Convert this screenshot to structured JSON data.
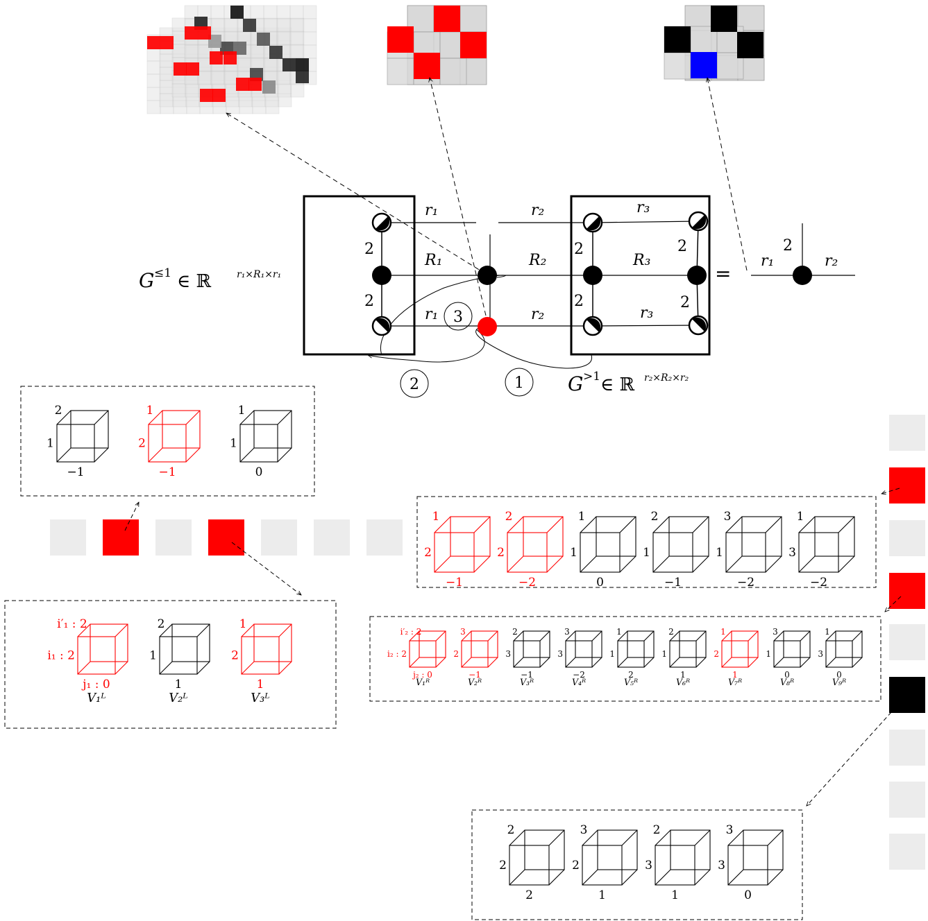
{
  "colors": {
    "red": "#ff0000",
    "blue": "#0000ff",
    "black": "#000000",
    "gray": "#d9d9d9",
    "lightgray": "#ececec"
  },
  "network": {
    "left_label_main": "G",
    "left_label_sup": "≤1",
    "left_label_rest": " ∈ ℝ",
    "left_label_exp": "r₁×R₁×r₁",
    "right_label_main": "G",
    "right_label_sup": ">1",
    "right_label_rest": " ∈ ℝ",
    "right_label_exp": "r₂×R₂×r₂",
    "r1": "r₁",
    "r2": "r₂",
    "r3": "r₃",
    "R1": "R₁",
    "R2": "R₂",
    "R3": "R₃",
    "two": "2",
    "equals": "=",
    "step1": "1",
    "step2": "2",
    "step3": "3"
  },
  "strip_bottom": {
    "cells": [
      "gray",
      "red",
      "gray",
      "red",
      "gray",
      "gray",
      "gray"
    ]
  },
  "strip_right": {
    "cells": [
      "gray",
      "red",
      "gray",
      "red",
      "gray",
      "black",
      "gray",
      "gray",
      "gray"
    ]
  },
  "box_top_left": {
    "cubes": [
      {
        "top": "2",
        "left": "1",
        "bottom": "−1",
        "color": "black"
      },
      {
        "top": "1",
        "left": "2",
        "bottom": "−1",
        "color": "red"
      },
      {
        "top": "1",
        "left": "1",
        "bottom": "0",
        "color": "black"
      }
    ]
  },
  "box_bottom_left": {
    "cubes": [
      {
        "top": "i′₁ : 2",
        "left": "i₁ : 2",
        "bottom": "j₁ : 0",
        "name": "V₁ᴸ",
        "color": "red"
      },
      {
        "top": "2",
        "left": "1",
        "bottom": "1",
        "name": "V₂ᴸ",
        "color": "black"
      },
      {
        "top": "1",
        "left": "2",
        "bottom": "1",
        "name": "V₃ᴸ",
        "color": "red"
      }
    ]
  },
  "box_mid_right": {
    "cubes": [
      {
        "top": "1",
        "left": "2",
        "bottom": "−1",
        "color": "red"
      },
      {
        "top": "2",
        "left": "2",
        "bottom": "−2",
        "color": "red"
      },
      {
        "top": "1",
        "left": "1",
        "bottom": "0",
        "color": "black"
      },
      {
        "top": "2",
        "left": "1",
        "bottom": "−1",
        "color": "black"
      },
      {
        "top": "3",
        "left": "1",
        "bottom": "−2",
        "color": "black"
      },
      {
        "top": "1",
        "left": "3",
        "bottom": "−2",
        "color": "black"
      }
    ]
  },
  "box_small_right": {
    "cubes": [
      {
        "top": "i′₂ : 2",
        "left": "i₂ : 2",
        "bottom": "j₂ : 0",
        "name": "V₁ᴿ",
        "color": "red"
      },
      {
        "top": "3",
        "left": "2",
        "bottom": "−1",
        "name": "V₂ᴿ",
        "color": "red"
      },
      {
        "top": "2",
        "left": "3",
        "bottom": "−1",
        "name": "V₃ᴿ",
        "color": "black"
      },
      {
        "top": "3",
        "left": "3",
        "bottom": "−2",
        "name": "V₄ᴿ",
        "color": "black"
      },
      {
        "top": "1",
        "left": "1",
        "bottom": "2",
        "name": "V₅ᴿ",
        "color": "black"
      },
      {
        "top": "2",
        "left": "1",
        "bottom": "1",
        "name": "V₆ᴿ",
        "color": "black"
      },
      {
        "top": "1",
        "left": "2",
        "bottom": "1",
        "name": "V₇ᴿ",
        "color": "red"
      },
      {
        "top": "3",
        "left": "1",
        "bottom": "0",
        "name": "V₈ᴿ",
        "color": "black"
      },
      {
        "top": "1",
        "left": "3",
        "bottom": "0",
        "name": "V₉ᴿ",
        "color": "black"
      }
    ]
  },
  "box_bottom_right": {
    "cubes": [
      {
        "top": "2",
        "left": "2",
        "bottom": "2",
        "color": "black"
      },
      {
        "top": "3",
        "left": "2",
        "bottom": "1",
        "color": "black"
      },
      {
        "top": "2",
        "left": "3",
        "bottom": "1",
        "color": "black"
      },
      {
        "top": "3",
        "left": "3",
        "bottom": "0",
        "color": "black"
      }
    ]
  }
}
